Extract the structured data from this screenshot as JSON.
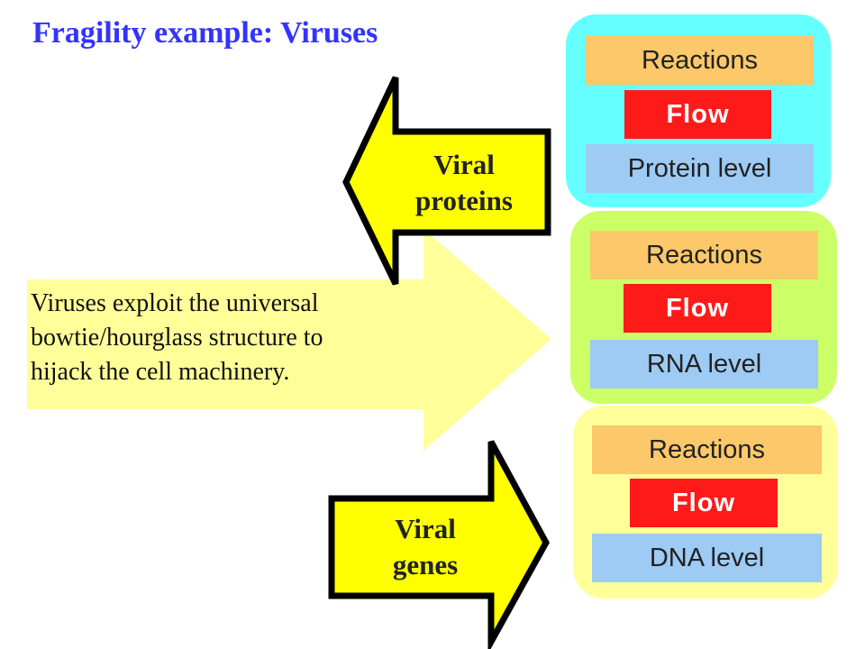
{
  "title": "Fragility example: Viruses",
  "colors": {
    "title": "#3333ff",
    "protein_panel": "#66ffff",
    "rna_panel": "#ccff66",
    "dna_panel": "#ffff99",
    "reactions_box": "#fdc86a",
    "flow_box": "#ff1a1a",
    "level_box": "#9ecbf4",
    "viral_arrow": "#ffff00",
    "main_arrow": "#ffff99"
  },
  "panels": [
    {
      "reactions": "Reactions",
      "flow": "Flow",
      "level": "Protein level"
    },
    {
      "reactions": "Reactions",
      "flow": "Flow",
      "level": "RNA level"
    },
    {
      "reactions": "Reactions",
      "flow": "Flow",
      "level": "DNA level"
    }
  ],
  "viral_proteins": {
    "line1": "Viral",
    "line2": "proteins"
  },
  "viral_genes": {
    "line1": "Viral",
    "line2": "genes"
  },
  "main_text": {
    "line1": "Viruses exploit the universal",
    "line2": "bowtie/hourglass structure to",
    "line3": "hijack the cell machinery."
  }
}
